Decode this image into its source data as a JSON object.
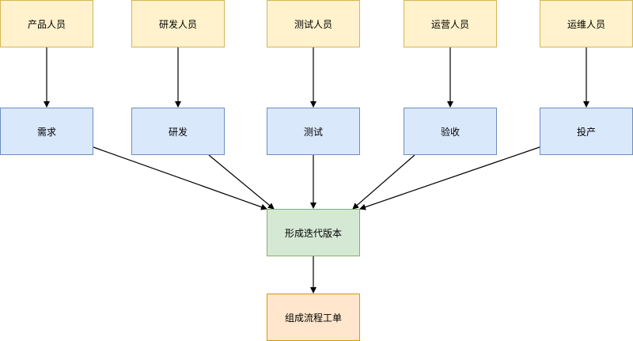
{
  "diagram": {
    "roles": [
      {
        "label": "产品人员"
      },
      {
        "label": "研发人员"
      },
      {
        "label": "测试人员"
      },
      {
        "label": "运营人员"
      },
      {
        "label": "运维人员"
      }
    ],
    "stages": [
      {
        "label": "需求"
      },
      {
        "label": "研发"
      },
      {
        "label": "测试"
      },
      {
        "label": "验收"
      },
      {
        "label": "投产"
      }
    ],
    "merge": {
      "label": "形成迭代版本"
    },
    "output": {
      "label": "组成流程工单"
    },
    "colors": {
      "role_fill": "#fff2cc",
      "role_border": "#d6b656",
      "stage_fill": "#dae8fc",
      "stage_border": "#6c8ebf",
      "merge_fill": "#d5e8d4",
      "merge_border": "#82b366",
      "output_fill": "#ffe6cc",
      "output_border": "#d79b00",
      "arrow": "#000000"
    }
  }
}
